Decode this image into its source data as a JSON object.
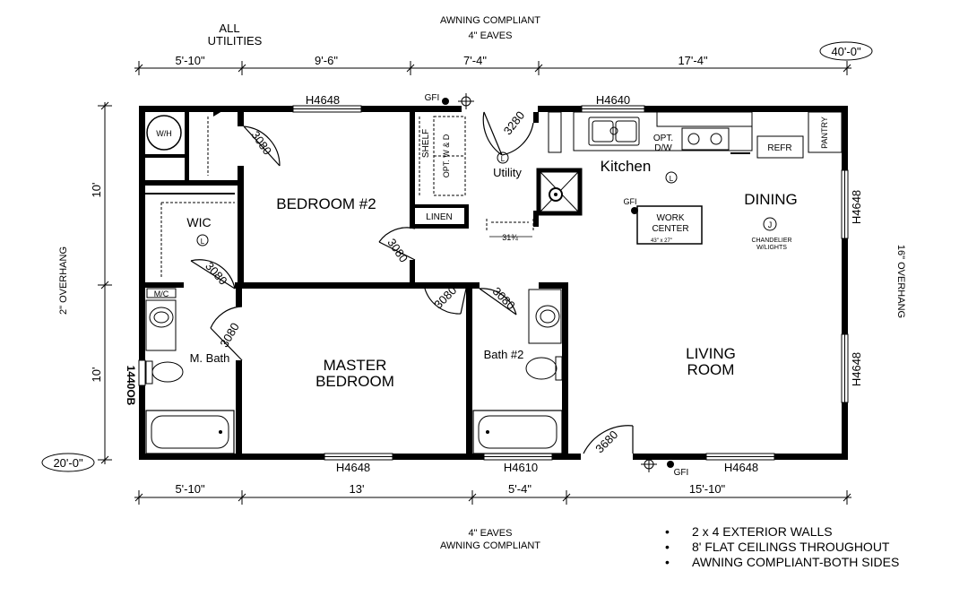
{
  "top_notes": {
    "utilities_line1": "ALL",
    "utilities_line2": "UTILITIES",
    "awning_line1": "AWNING COMPLIANT",
    "awning_line2": "4\" EAVES"
  },
  "bottom_notes": {
    "eaves": "4\" EAVES",
    "awning": "AWNING COMPLIANT"
  },
  "overall": {
    "length": "40'-0\"",
    "width": "20'-0\""
  },
  "dimensions": {
    "top": [
      "5'-10\"",
      "9'-6\"",
      "7'-4\"",
      "17'-4\""
    ],
    "bottom": [
      "5'-10\"",
      "13'",
      "5'-4\"",
      "15'-10\""
    ],
    "left": [
      "10'",
      "10'"
    ]
  },
  "overhangs": {
    "left": "2\" OVERHANG",
    "right": "16\" OVERHANG"
  },
  "rooms": {
    "bedroom2": "BEDROOM #2",
    "wic": "WIC",
    "utility": "Utility",
    "kitchen": "Kitchen",
    "dining": "DINING",
    "master_line1": "MASTER",
    "master_line2": "BEDROOM",
    "m_bath": "M. Bath",
    "bath2": "Bath #2",
    "living_line1": "LIVING",
    "living_line2": "ROOM"
  },
  "fixtures": {
    "wh": "W/H",
    "mc": "M/C",
    "shelf": "SHELF",
    "opt_wd": "OPT. W & D",
    "linen": "LINEN",
    "opt_dw_1": "OPT.",
    "opt_dw_2": "D/W",
    "refr": "REFR",
    "pantry": "PANTRY",
    "work_center_1": "WORK",
    "work_center_2": "CENTER",
    "work_center_size": "43\" x 27\"",
    "chandelier_1": "CHANDELIER",
    "chandelier_2": "W/LIGHTS",
    "light_symbol": "L",
    "chandelier_symbol": "J",
    "gfi": "GFI",
    "width_31": "31¾"
  },
  "doors": {
    "bedroom2": "3080",
    "utility": "3280",
    "wic": "3080",
    "mbath": "3080",
    "hall_bed2": "3080",
    "master": "3080",
    "bath2": "3080",
    "front": "3680"
  },
  "windows": {
    "top_bedroom2": "H4648",
    "top_kitchen": "H4640",
    "right_dining": "H4648",
    "right_living": "H4648",
    "bottom_master": "H4648",
    "bottom_bath2": "H4610",
    "bottom_living": "H4648",
    "left_mbath": "1440OB"
  },
  "specs": [
    "2 x 4 EXTERIOR WALLS",
    "8' FLAT CEILINGS THROUGHOUT",
    "AWNING COMPLIANT-BOTH SIDES"
  ]
}
